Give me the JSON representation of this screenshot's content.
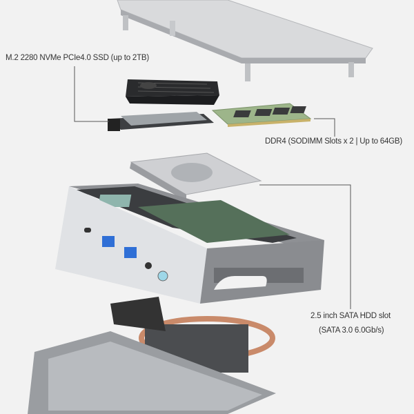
{
  "callouts": {
    "ssd": "M.2 2280 NVMe PCIe4.0 SSD (up to 2TB)",
    "ram": "DDR4 (SODIMM Slots x 2 | Up to 64GB)",
    "hdd_line1": "2.5 inch SATA HDD slot",
    "hdd_line2": "(SATA 3.0 6.0Gb/s)"
  },
  "colors": {
    "background": "#f2f2f2",
    "chassis": "#d4d6d9",
    "usb_port": "#2f6fd6",
    "ram_pcb": "#9db58a",
    "copper": "#c98a6a",
    "leader_line": "#555555"
  }
}
